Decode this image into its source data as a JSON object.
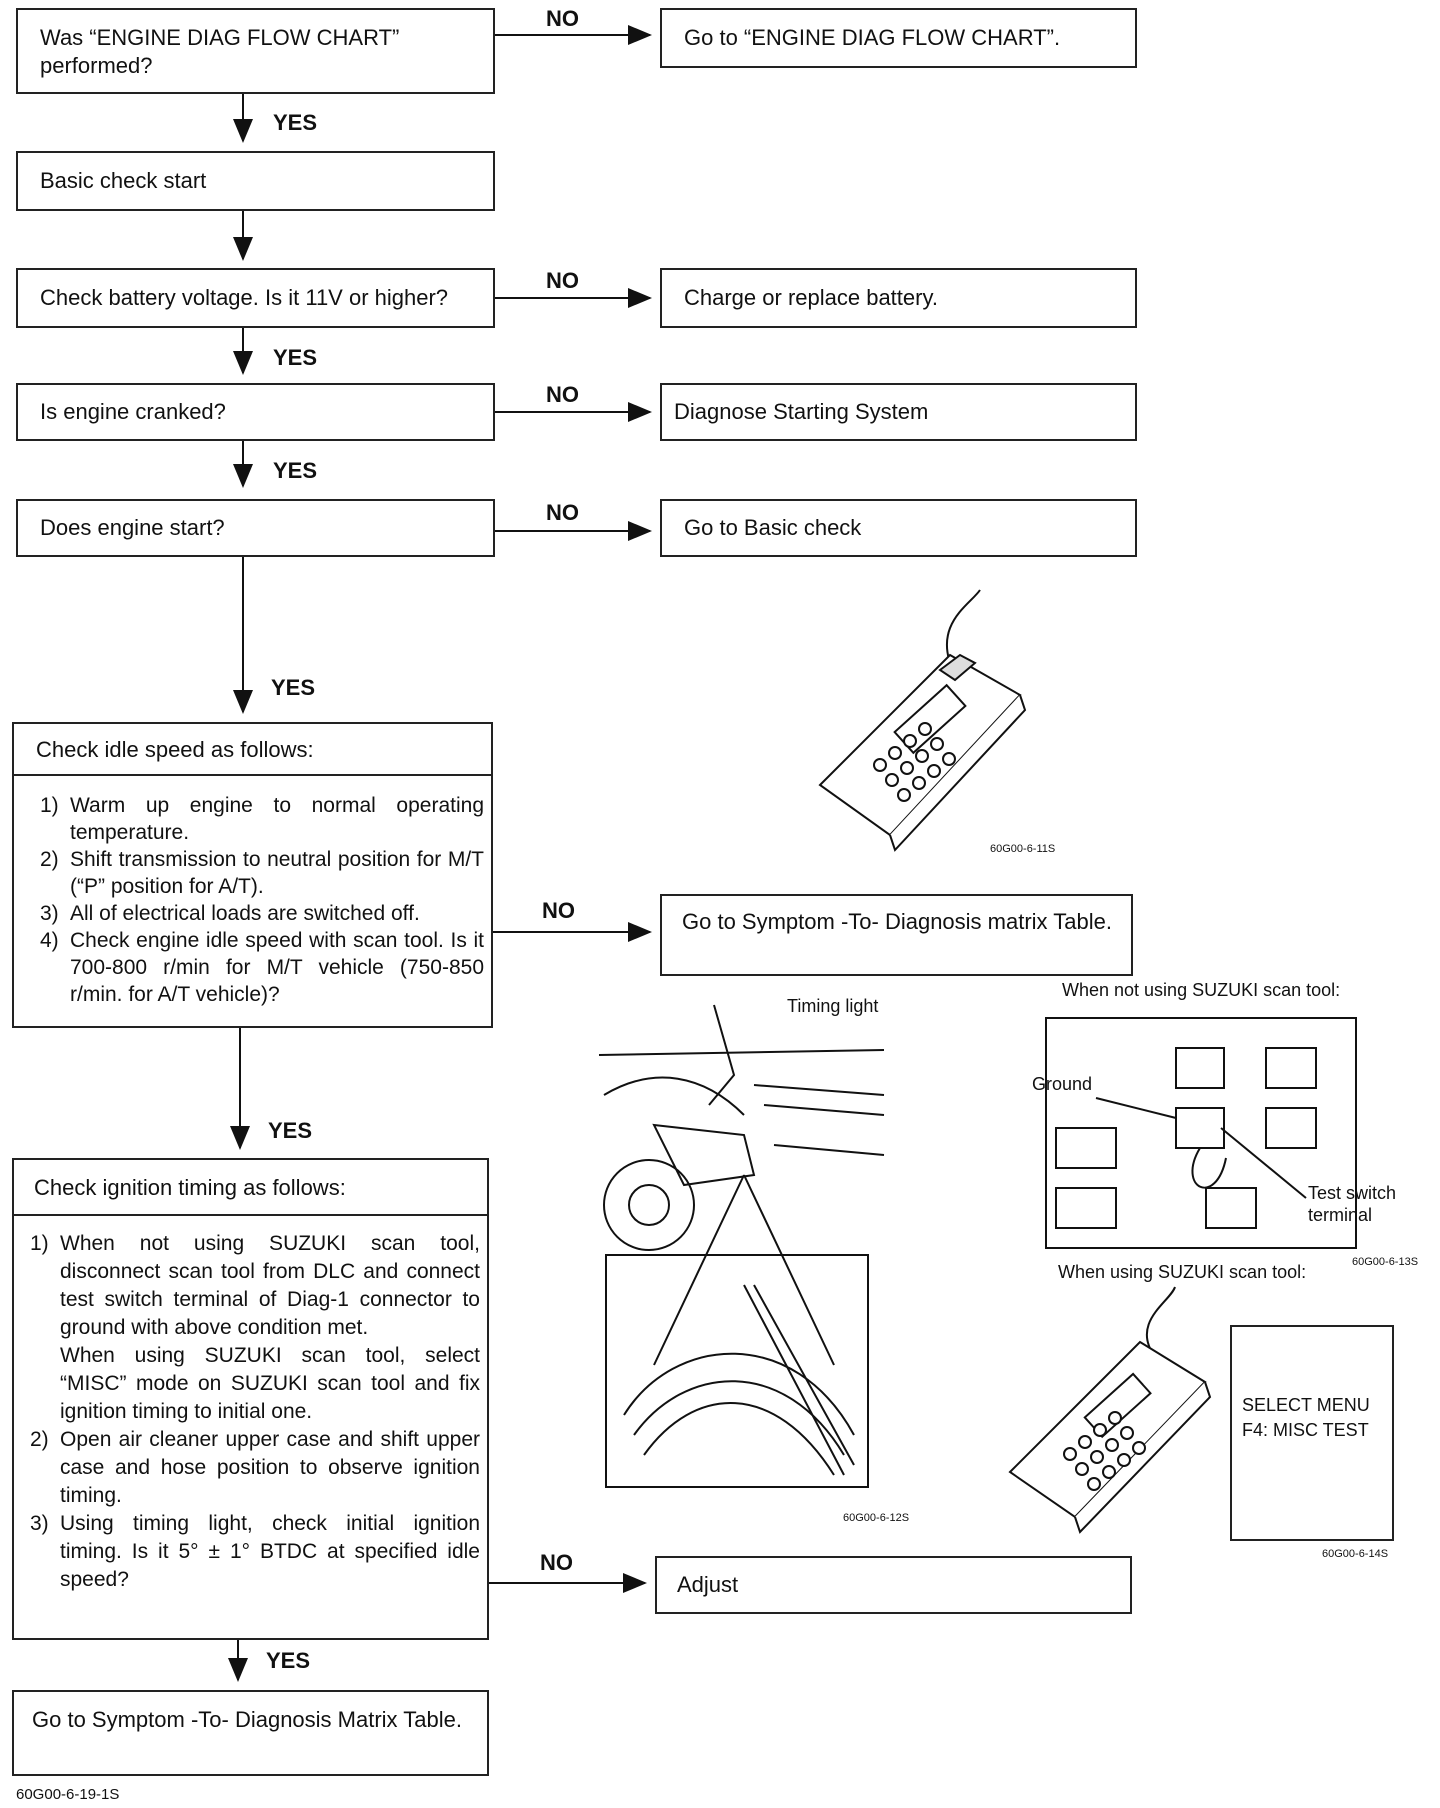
{
  "labels": {
    "yes": "YES",
    "no": "NO"
  },
  "q1": {
    "text": "Was “ENGINE DIAG FLOW CHART” performed?"
  },
  "r1": {
    "text": "Go to “ENGINE DIAG FLOW CHART”."
  },
  "start": {
    "text": "Basic check start"
  },
  "q2": {
    "text": "Check battery voltage. Is it 11V or higher?"
  },
  "r2": {
    "text": "Charge or replace battery."
  },
  "q3": {
    "text": "Is engine cranked?"
  },
  "r3": {
    "text": "Diagnose Starting System"
  },
  "q4": {
    "text": "Does engine start?"
  },
  "r4": {
    "text": "Go to Basic check"
  },
  "idle": {
    "title": "Check idle speed as follows:",
    "steps": [
      {
        "n": "1)",
        "text": "Warm up engine to normal operating temperature."
      },
      {
        "n": "2)",
        "text": "Shift transmission to neutral position for M/T (“P” position for A/T)."
      },
      {
        "n": "3)",
        "text": "All of electrical loads are switched off."
      },
      {
        "n": "4)",
        "text": "Check engine idle speed with scan tool. Is it 700-800 r/min for M/T vehicle (750-850 r/min. for A/T vehicle)?"
      }
    ]
  },
  "r5": {
    "text": "Go to Symptom -To- Diagnosis matrix Table."
  },
  "ign": {
    "title": "Check ignition timing as follows:",
    "steps": [
      {
        "n": "1)",
        "text": "When not using SUZUKI scan tool, disconnect scan tool from DLC and connect test switch terminal of Diag-1 connector to ground with above condition met.",
        "text2": "When using SUZUKI scan tool, select “MISC” mode on SUZUKI scan tool and fix ignition timing to initial one."
      },
      {
        "n": "2)",
        "text": "Open air cleaner upper case and shift upper case and hose position to observe ignition timing."
      },
      {
        "n": "3)",
        "text": "Using timing light, check initial ignition timing. Is it 5° ± 1° BTDC at specified idle speed?"
      }
    ]
  },
  "r6": {
    "text": "Adjust"
  },
  "final": {
    "text": "Go to Symptom -To- Diagnosis Matrix Table."
  },
  "figures": {
    "scan_tool_code": "60G00-6-11S",
    "timing_light_label": "Timing light",
    "timing_code": "60G00-6-12S",
    "not_using_caption": "When not using SUZUKI scan tool:",
    "ground_label": "Ground",
    "test_switch_label": "Test switch terminal",
    "diag_code": "60G00-6-13S",
    "using_caption": "When using SUZUKI scan tool:",
    "menu_line1": "SELECT MENU",
    "menu_line2": "F4: MISC TEST",
    "scan2_code": "60G00-6-14S"
  },
  "footer_code": "60G00-6-19-1S"
}
